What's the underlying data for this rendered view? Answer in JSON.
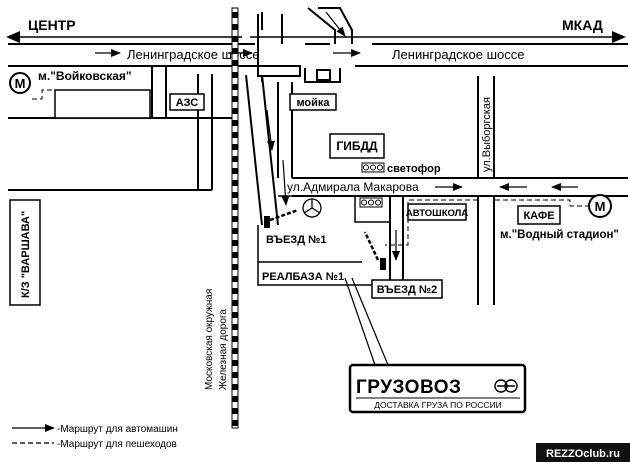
{
  "directions": {
    "left": "ЦЕНТР",
    "right": "МКАД"
  },
  "roads": {
    "highway_left": "Ленинградское шоссе",
    "highway_right": "Ленинградское шоссе",
    "admiral": "ул.Адмирала Макарова",
    "vyborgskaya": "ул.Выборгская",
    "ring_road": "К/З \"ВАРШАВА\"",
    "railway_line1": "Московская окружная",
    "railway_line2": "Железная дорога"
  },
  "metro": [
    {
      "symbol": "М",
      "name": "м.\"Войковская\""
    },
    {
      "symbol": "М",
      "name": "м.\"Водный стадион\""
    }
  ],
  "places": {
    "azs": "АЗС",
    "car_wash": "мойка",
    "gibdd": "ГИБДД",
    "traffic_light": "светофор",
    "driving_school": "АВТОШКОЛА",
    "cafe": "КАФЕ",
    "entrance1": "ВЪЕЗД №1",
    "entrance2": "ВЪЕЗД №2",
    "base": "РЕАЛБАЗА №1"
  },
  "logo": {
    "name": "ГРУЗОВОЗ",
    "tagline": "ДОСТАВКА ГРУЗА ПО РОССИИ"
  },
  "legend": [
    {
      "style": "solid",
      "label": "-Маршрут для автомашин"
    },
    {
      "style": "dashed",
      "label": "-Маршрут для пешеходов"
    }
  ],
  "watermark": "REZZOclub.ru"
}
